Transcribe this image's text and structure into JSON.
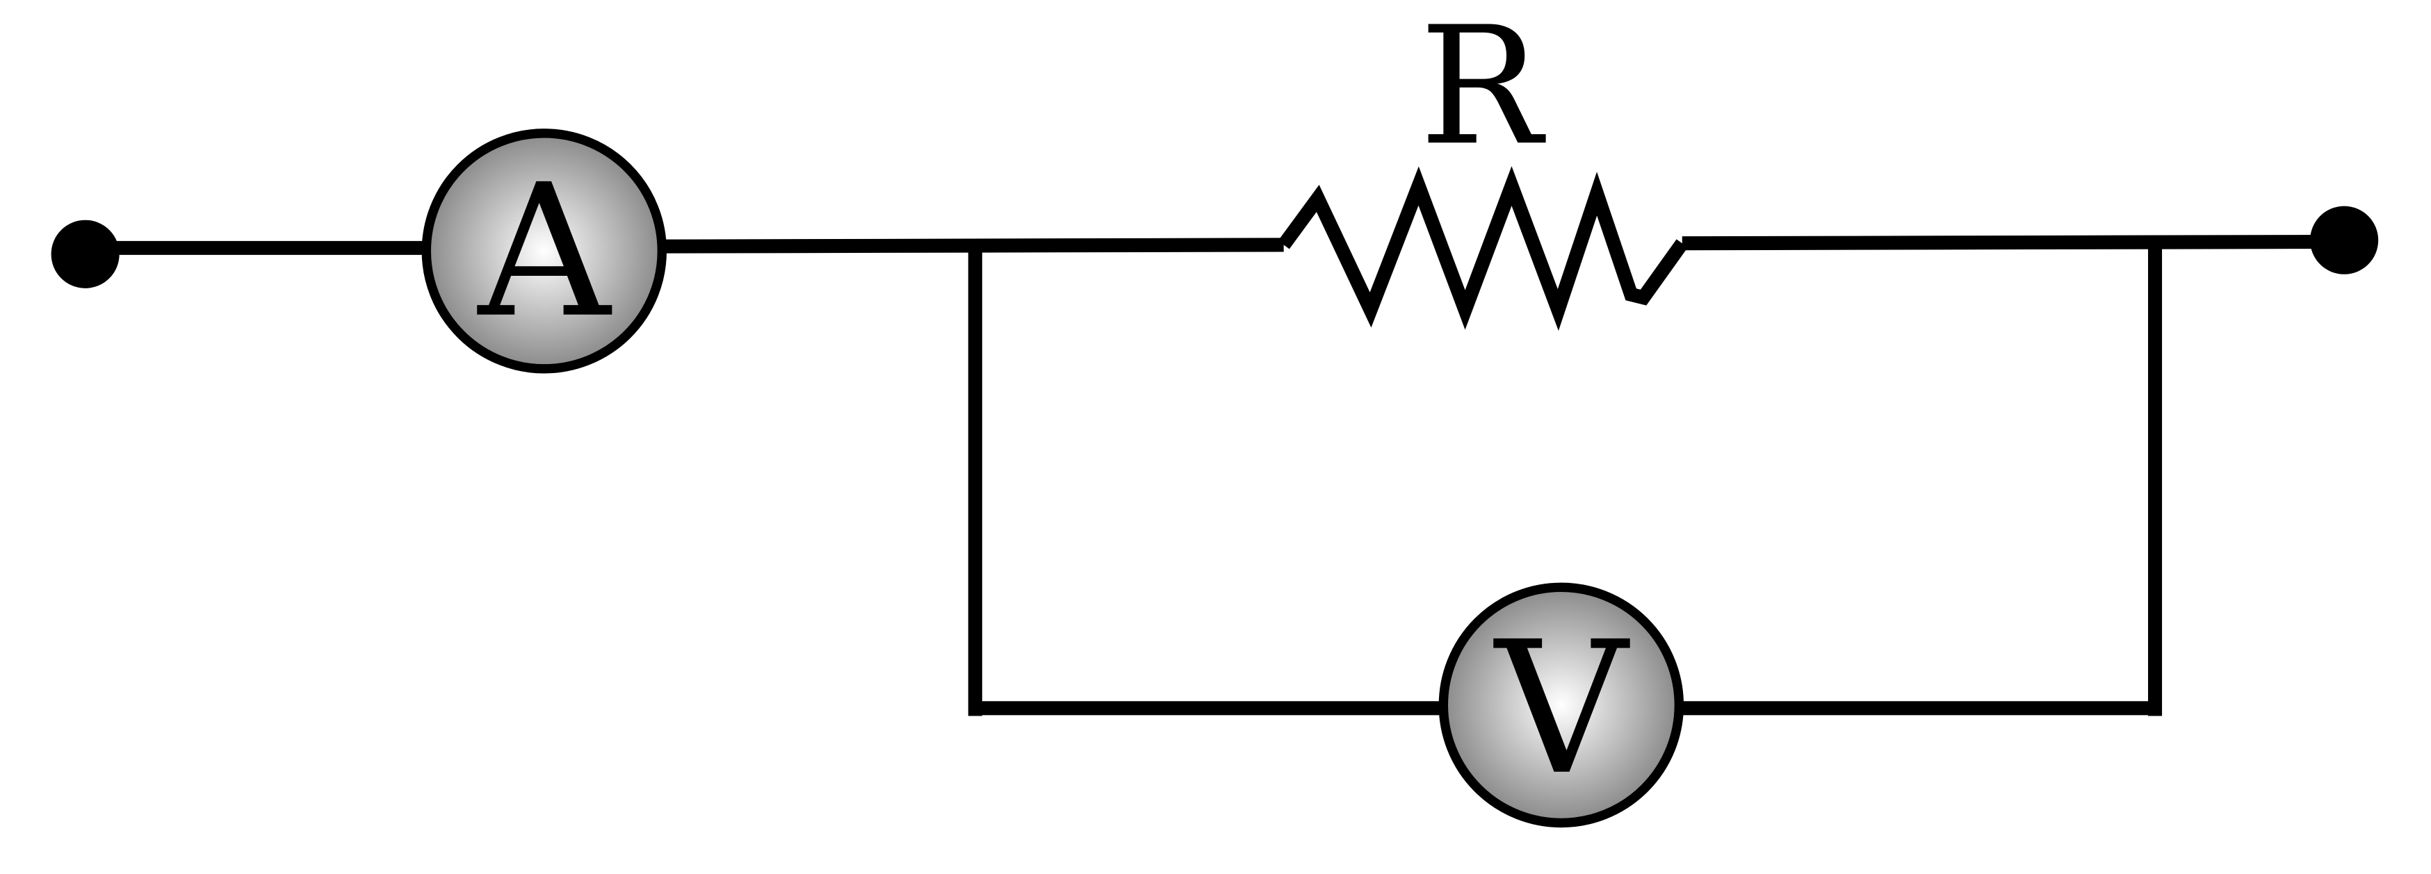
{
  "diagram": {
    "resistor_label": "R",
    "ammeter_label": "A",
    "voltmeter_label": "V"
  },
  "colors": {
    "wire": "#000000",
    "meter_center": "#ffffff",
    "meter_edge": "#8a8a8a"
  }
}
